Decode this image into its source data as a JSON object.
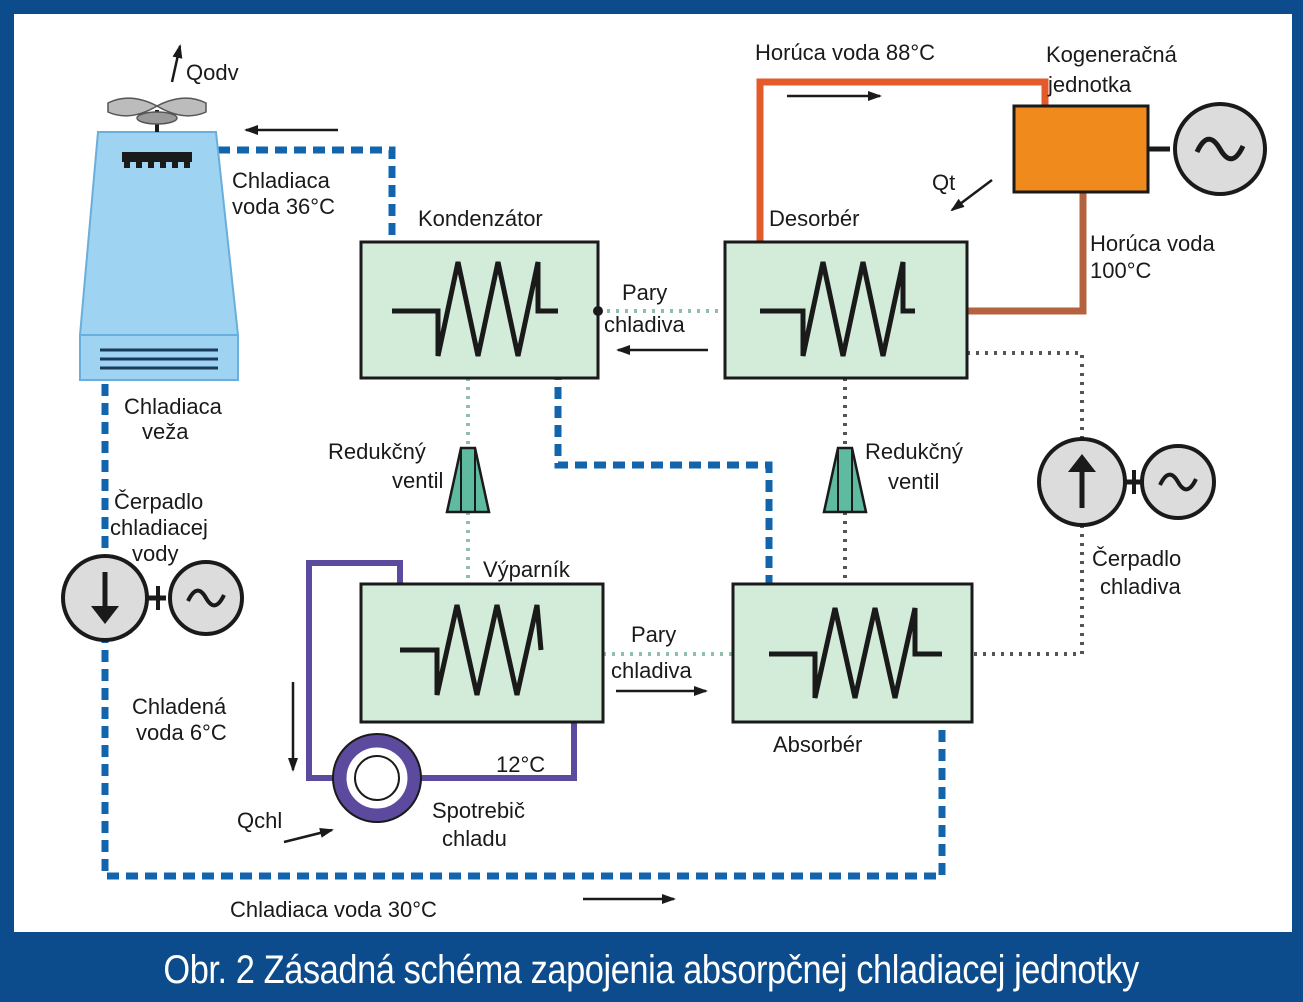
{
  "caption": "Obr. 2 Zásadná schéma zapojenia absorpčnej chladiacej jednotky",
  "colors": {
    "frame": "#0d4c8c",
    "cooling_water": "#1265ad",
    "hot_water_88": "#e35a2b",
    "hot_water_100": "#b5623f",
    "chilled_water": "#5b4a9e",
    "exchanger_fill": "#d3ecd9",
    "cogeneration_unit": "#f08a1c",
    "cooling_tower": "#9fd3f2"
  },
  "labels": {
    "qodv": "Qodv",
    "cooling_water_36_line1": "Chladiaca",
    "cooling_water_36_line2": "voda 36°C",
    "kondenzator": "Kondenzátor",
    "desorber": "Desorbér",
    "hot_water_88": "Horúca voda 88°C",
    "cogen_line1": "Kogeneračná",
    "cogen_line2": "jednotka",
    "qt": "Qt",
    "hot_water_100_line1": "Horúca voda",
    "hot_water_100_line2": "100°C",
    "pary_top_line1": "Pary",
    "pary_top_line2": "chladiva",
    "tower_line1": "Chladiaca",
    "tower_line2": "veža",
    "valve_left_line1": "Redukčný",
    "valve_left_line2": "ventil",
    "valve_right_line1": "Redukčný",
    "valve_right_line2": "ventil",
    "pump_water_line1": "Čerpadlo",
    "pump_water_line2": "chladiacej",
    "pump_water_line3": "vody",
    "pump_refrigerant_line1": "Čerpadlo",
    "pump_refrigerant_line2": "chladiva",
    "vyparnik": "Výparník",
    "pary_bottom_line1": "Pary",
    "pary_bottom_line2": "chladiva",
    "absorber": "Absorbér",
    "chilled_water_line1": "Chladená",
    "chilled_water_line2": "voda 6°C",
    "temp_12": "12°C",
    "qchl": "Qchl",
    "consumer_line1": "Spotrebič",
    "consumer_line2": "chladu",
    "cooling_water_30": "Chladiaca voda 30°C"
  },
  "icons": {
    "generator": "ac-generator-icon",
    "pump": "pump-icon",
    "valve": "expansion-valve-icon",
    "fan": "fan-icon"
  }
}
